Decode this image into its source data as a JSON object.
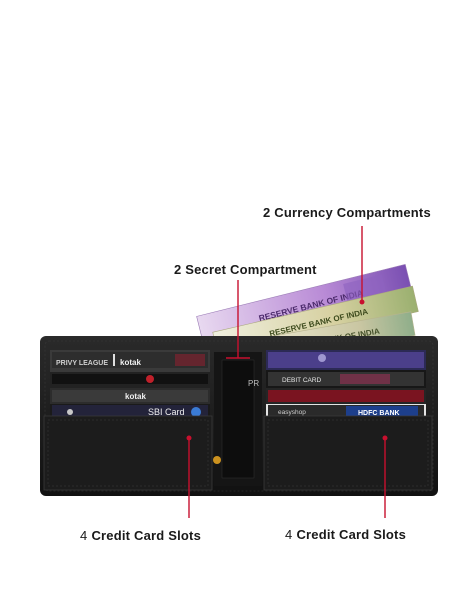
{
  "annotations": {
    "currency": "2 Currency Compartments",
    "secret": "2 Secret Compartment",
    "left_slots_num": "4",
    "left_slots_text": "Credit Card Slots",
    "right_slots_num": "4",
    "right_slots_text": "Credit Card Slots"
  },
  "card_texts": {
    "note1": "RESERVE BANK OF INDIA",
    "note2": "RESERVE BANK OF INDIA",
    "note3": "RESERVE BANK OF INDIA",
    "card_l1_a": "PRIVY LEAGUE",
    "card_l1_b": "kotak",
    "card_l3_b": "kotak",
    "card_l4": "SBI Card",
    "card_mid": "PR",
    "card_r2": "DEBIT CARD",
    "card_r4_a": "easyshop",
    "card_r4_b": "HDFC BANK"
  },
  "colors": {
    "leather": "#1b1b1b",
    "pointer_red": "#c8102e"
  }
}
